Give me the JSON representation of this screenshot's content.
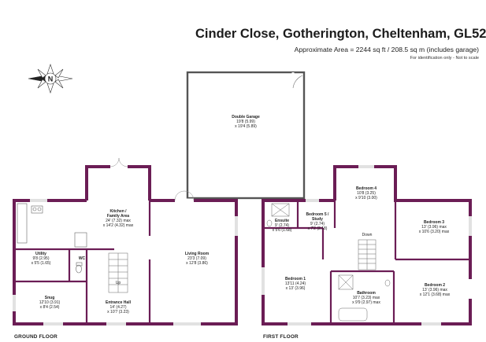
{
  "header": {
    "title": "Cinder Close, Gotherington, Cheltenham, GL52",
    "area": "Approximate Area = 2244 sq ft / 208.5 sq m (includes garage)",
    "disclaimer": "For identification only - Not to scale"
  },
  "compass": {
    "letter": "N"
  },
  "colors": {
    "wall": "#6b1d55",
    "outline": "#555555"
  },
  "floors": {
    "ground": "GROUND FLOOR",
    "first": "FIRST FLOOR"
  },
  "rooms": {
    "garage": {
      "name": "Double Garage",
      "dim1": "19'8 (5.99)",
      "dim2": "x 19'4 (5.89)"
    },
    "kitchen": {
      "name": "Kitchen /",
      "name2": "Family Area",
      "dim1": "24' (7.32) max",
      "dim2": "x 14'2 (4.32) max"
    },
    "utility": {
      "name": "Utility",
      "dim1": "9'8 (2.95)",
      "dim2": "x 5'5 (1.65)"
    },
    "wc": {
      "name": "WC"
    },
    "snug": {
      "name": "Snug",
      "dim1": "12'10 (3.91)",
      "dim2": "x 8'4 (2.54)"
    },
    "hall": {
      "name": "Entrance Hall",
      "dim1": "14' (4.27)",
      "dim2": "x 10'7 (3.23)"
    },
    "living": {
      "name": "Living Room",
      "dim1": "23'3 (7.09)",
      "dim2": "x 12'8 (3.86)"
    },
    "ensuite": {
      "name": "Ensuite",
      "dim1": "9' (2.74)",
      "dim2": "x 5'6 (1.68)"
    },
    "bed5": {
      "name": "Bedroom 5 /",
      "name2": "Study",
      "dim1": "9' (2.74)",
      "dim2": "x 7'2 (2.18)"
    },
    "bed4": {
      "name": "Bedroom 4",
      "dim1": "10'8 (3.25)",
      "dim2": "x 9'10 (3.00)"
    },
    "bed3": {
      "name": "Bedroom 3",
      "dim1": "13' (3.96) max",
      "dim2": "x 10'6 (3.20) max"
    },
    "bed1": {
      "name": "Bedroom 1",
      "dim1": "13'11 (4.24)",
      "dim2": "x 13' (3.96)"
    },
    "bathroom": {
      "name": "Bathroom",
      "dim1": "10'7 (3.23) max",
      "dim2": "x 9'9 (2.97) max"
    },
    "bed2": {
      "name": "Bedroom 2",
      "dim1": "13' (3.96) max",
      "dim2": "x 12'1 (3.68) max"
    }
  },
  "stairs": {
    "up": "Up",
    "down": "Down"
  }
}
